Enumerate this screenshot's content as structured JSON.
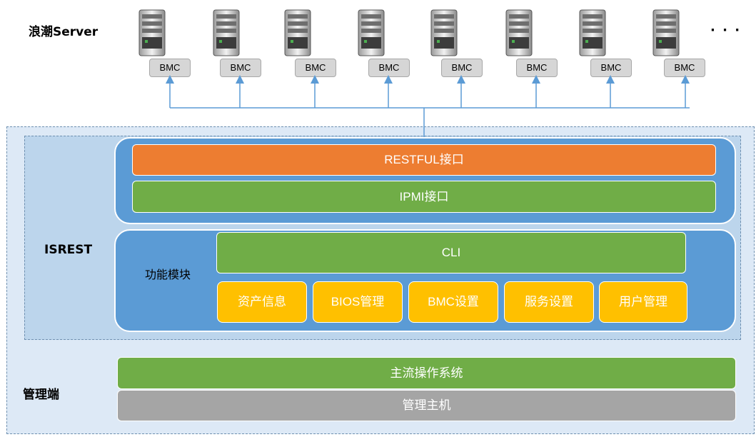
{
  "server_label": "浪潮Server",
  "bmc_label": "BMC",
  "ellipsis": "· · ·",
  "servers": 8,
  "isrest": {
    "label": "ISREST",
    "restful": "RESTFUL接口",
    "ipmi": "IPMI接口",
    "func_label": "功能模块",
    "cli": "CLI",
    "modules": [
      "资产信息",
      "BIOS管理",
      "BMC设置",
      "服务设置",
      "用户管理"
    ]
  },
  "mgmt": {
    "label": "管理端",
    "os": "主流操作系统",
    "host": "管理主机"
  },
  "colors": {
    "panel_blue": "#5b9bd5",
    "orange": "#ed7d31",
    "green": "#70ad47",
    "yellow": "#ffc000",
    "gray": "#a5a5a5",
    "connector": "#5b9bd5"
  }
}
